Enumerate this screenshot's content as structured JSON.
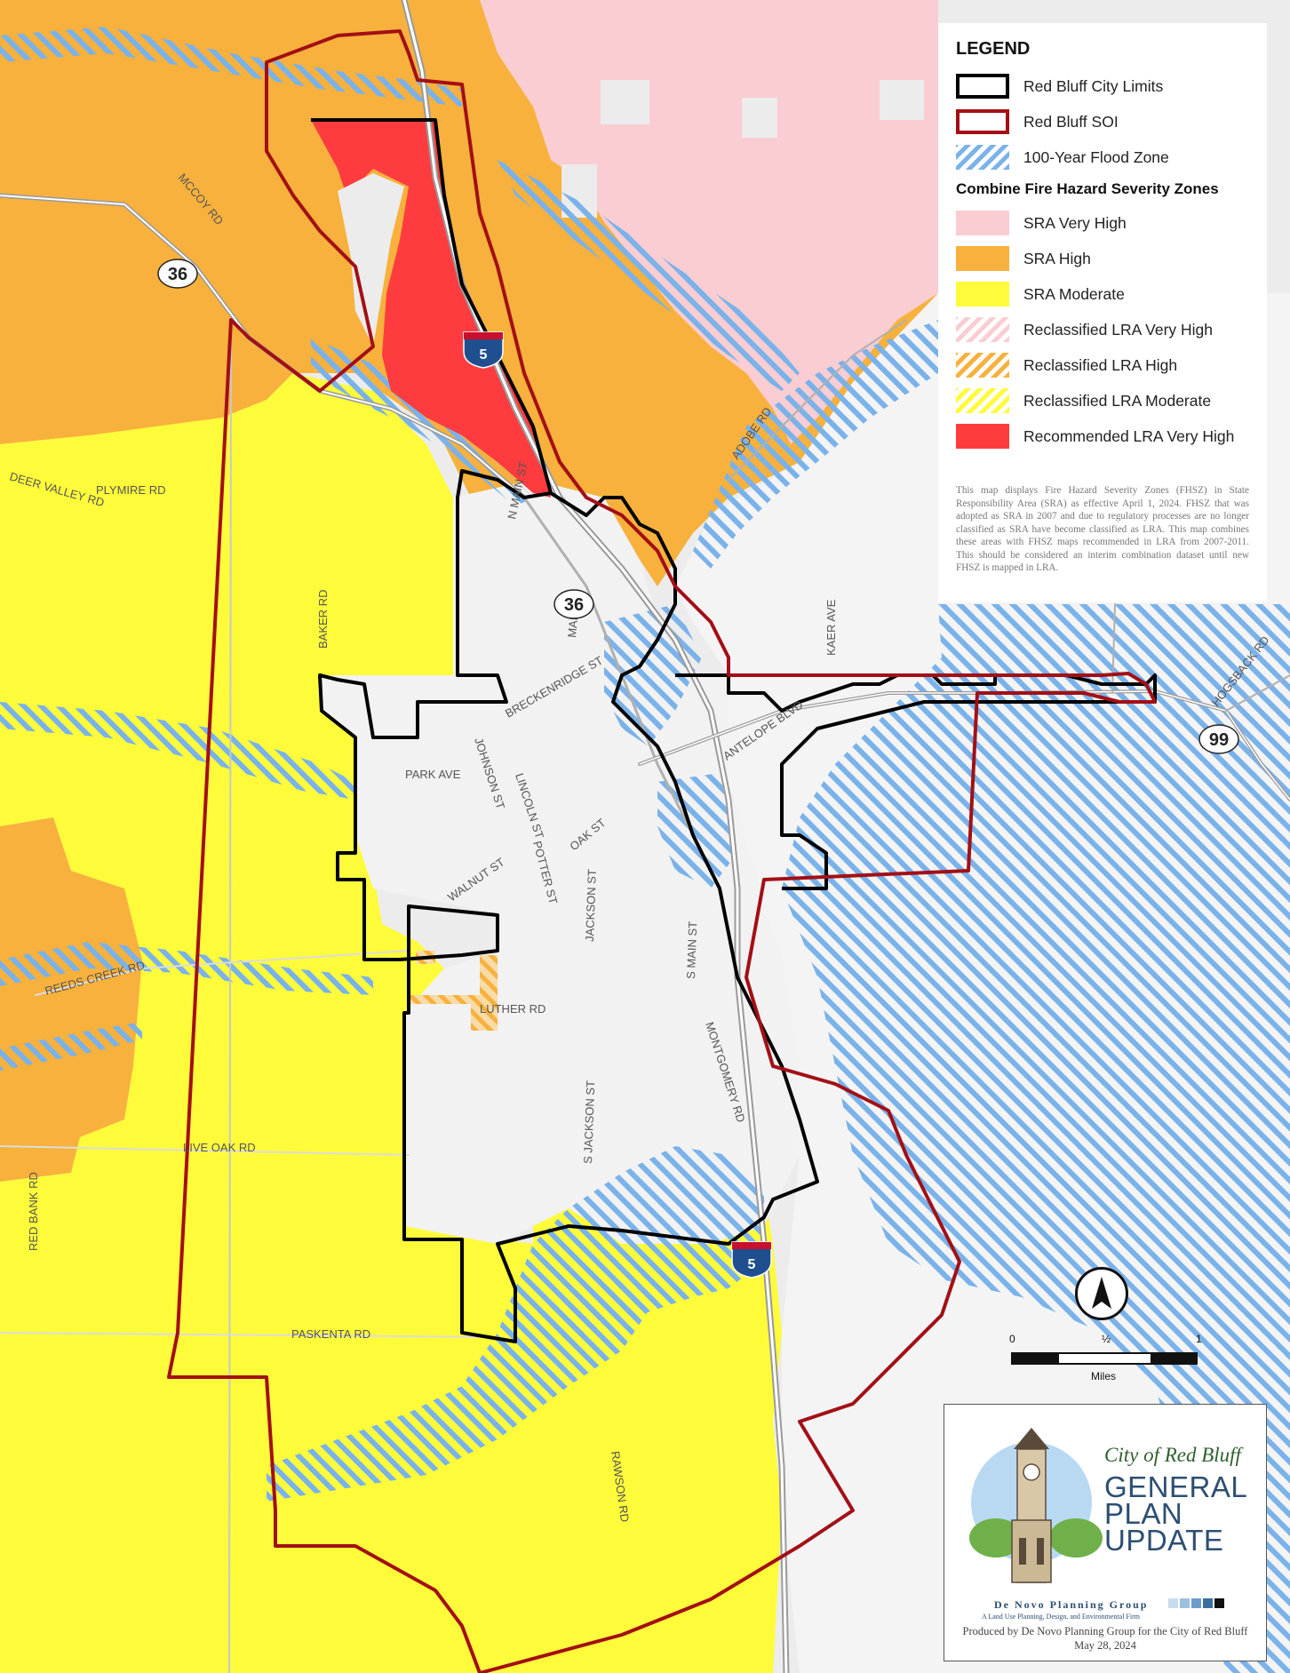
{
  "legend": {
    "title": "LEGEND",
    "items": [
      {
        "label": "Red Bluff City Limits",
        "style": "outline",
        "color": "#000000"
      },
      {
        "label": "Red Bluff SOI",
        "style": "outline",
        "color": "#a30f16"
      },
      {
        "label": "100-Year Flood Zone",
        "style": "hatch",
        "color": "#7ab2ea"
      }
    ],
    "fhsz_heading": "Combine Fire Hazard Severity Zones",
    "fhsz_items": [
      {
        "label": "SRA Very High",
        "style": "solid",
        "color": "#f9cdd2"
      },
      {
        "label": "SRA High",
        "style": "solid",
        "color": "#f7b13c"
      },
      {
        "label": "SRA Moderate",
        "style": "solid",
        "color": "#fefb3b"
      },
      {
        "label": "Reclassified LRA Very High",
        "style": "hatch",
        "color": "#f9cdd2"
      },
      {
        "label": "Reclassified LRA High",
        "style": "hatch",
        "color": "#f7b13c"
      },
      {
        "label": "Reclassified LRA Moderate",
        "style": "hatch",
        "color": "#fefb3b"
      },
      {
        "label": "Recommended LRA Very High",
        "style": "solid",
        "color": "#fe3c40"
      }
    ],
    "note": "This map displays Fire Hazard Severity Zones (FHSZ) in State Responsibility Area (SRA) as effective April 1, 2024. FHSZ that was adopted as SRA in 2007 and due to regulatory processes are no longer classified as SRA have become classified as LRA. This map combines these areas with FHSZ maps recommended in LRA from 2007-2011. This should be considered an interim combination dataset until new FHSZ is mapped in LRA."
  },
  "road_labels": {
    "mccoy": "MCCOY RD",
    "deer_valley": "DEER VALLEY RD",
    "plymire": "PLYMIRE RD",
    "baker": "BAKER RD",
    "adobe": "ADOBE RD",
    "n_main": "N MAIN ST",
    "main": "MAIN ST",
    "breckenridge": "BRECKENRIDGE ST",
    "park": "PARK AVE",
    "johnson": "JOHNSON ST",
    "lincoln": "LINCOLN ST",
    "oak": "OAK ST",
    "walnut": "WALNUT ST",
    "potter": "POTTER ST",
    "jackson": "JACKSON ST",
    "s_main": "S MAIN ST",
    "montgomery": "MONTGOMERY RD",
    "antelope": "ANTELOPE BLVD",
    "kaer": "KAER AVE",
    "hogsback": "HOGSBACK RD",
    "reeds_creek": "REEDS CREEK RD",
    "luther": "LUTHER RD",
    "live_oak": "LIVE OAK RD",
    "red_bank": "RED BANK RD",
    "s_jackson": "S JACKSON ST",
    "paskenta": "PASKENTA RD",
    "rawson": "RAWSON RD"
  },
  "shields": {
    "sr36": "36",
    "i5": "5",
    "sr99": "99"
  },
  "scale": {
    "ticks": [
      "0",
      "½",
      "1"
    ],
    "unit": "Miles"
  },
  "logo": {
    "city": "City of Red Bluff",
    "line1": "GENERAL",
    "line2": "PLAN",
    "line3": "UPDATE",
    "firm": "De Novo Planning Group",
    "firm_sub": "A Land Use Planning, Design, and Environmental Firm",
    "produced_by": "Produced by De Novo Planning Group for the City of Red Bluff",
    "date": "May 28, 2024"
  },
  "colors": {
    "flood": "#7ab2ea",
    "sra_very_high": "#f9cdd2",
    "sra_high": "#f7b13c",
    "sra_moderate": "#fefb3b",
    "lra_very_high": "#fe3c40",
    "soi": "#a30f16",
    "city_limits": "#000000",
    "base": "#eeeeee"
  }
}
